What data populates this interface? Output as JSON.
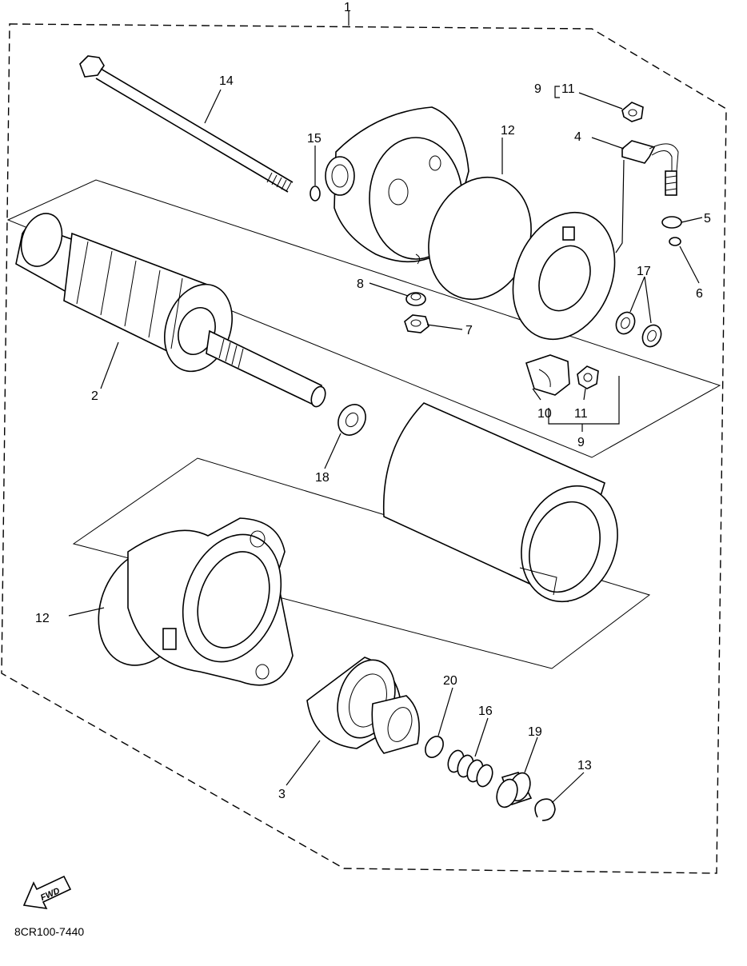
{
  "callouts": {
    "c1": "1",
    "c2": "2",
    "c3": "3",
    "c4": "4",
    "c5": "5",
    "c6": "6",
    "c7": "7",
    "c8": "8",
    "c9a": "9",
    "c9b": "9",
    "c10": "10",
    "c11a": "11",
    "c11b": "11",
    "c12a": "12",
    "c12b": "12",
    "c13": "13",
    "c14": "14",
    "c15": "15",
    "c16": "16",
    "c17": "17",
    "c18": "18",
    "c19": "19",
    "c20": "20"
  },
  "direction_badge": "FWD",
  "diagram_code": "8CR100-7440"
}
